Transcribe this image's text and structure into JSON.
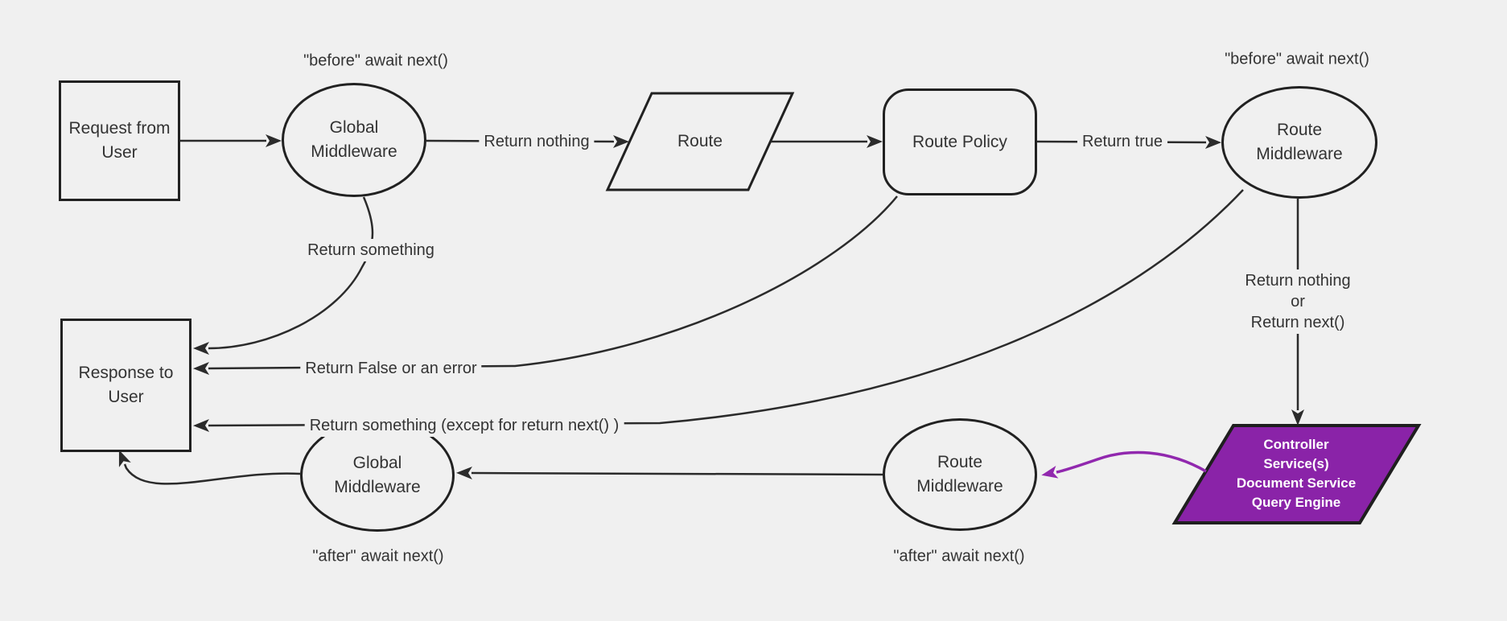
{
  "diagram": {
    "nodes": {
      "request_from_user": {
        "label": "Request from User",
        "shape": "rectangle"
      },
      "global_middleware_top": {
        "label": "Global Middleware",
        "shape": "ellipse"
      },
      "route": {
        "label": "Route",
        "shape": "parallelogram"
      },
      "route_policy": {
        "label": "Route Policy",
        "shape": "rounded-rectangle"
      },
      "route_middleware_top": {
        "label": "Route Middleware",
        "shape": "ellipse"
      },
      "response_to_user": {
        "label": "Response to User",
        "shape": "rectangle"
      },
      "global_middleware_bottom": {
        "label": "Global Middleware",
        "shape": "ellipse"
      },
      "route_middleware_bottom": {
        "label": "Route Middleware",
        "shape": "ellipse"
      },
      "controller_stack": {
        "shape": "parallelogram",
        "lines": [
          "Controller",
          "Service(s)",
          "Document Service",
          "Query Engine"
        ]
      }
    },
    "annotations": {
      "before_await_left": "\"before\" await next()",
      "before_await_right": "\"before\" await next()",
      "after_await_left": "\"after\" await next()",
      "after_await_right": "\"after\" await next()"
    },
    "edge_labels": {
      "return_nothing": "Return nothing",
      "return_true": "Return true",
      "return_something": "Return something",
      "return_false_or_error": "Return False or an error",
      "return_something_except": "Return something (except for return next() )",
      "return_nothing_or": [
        "Return nothing",
        "or",
        "Return next()"
      ]
    },
    "colors": {
      "background": "#f0f0f0",
      "edge_stroke": "#2b2b2b",
      "node_border": "#212121",
      "node_fill": "#f0f0f0",
      "purple_fill": "#8a23a8",
      "purple_arrow": "#9128ae",
      "text": "#333333",
      "purple_node_text": "#ffffff"
    }
  }
}
